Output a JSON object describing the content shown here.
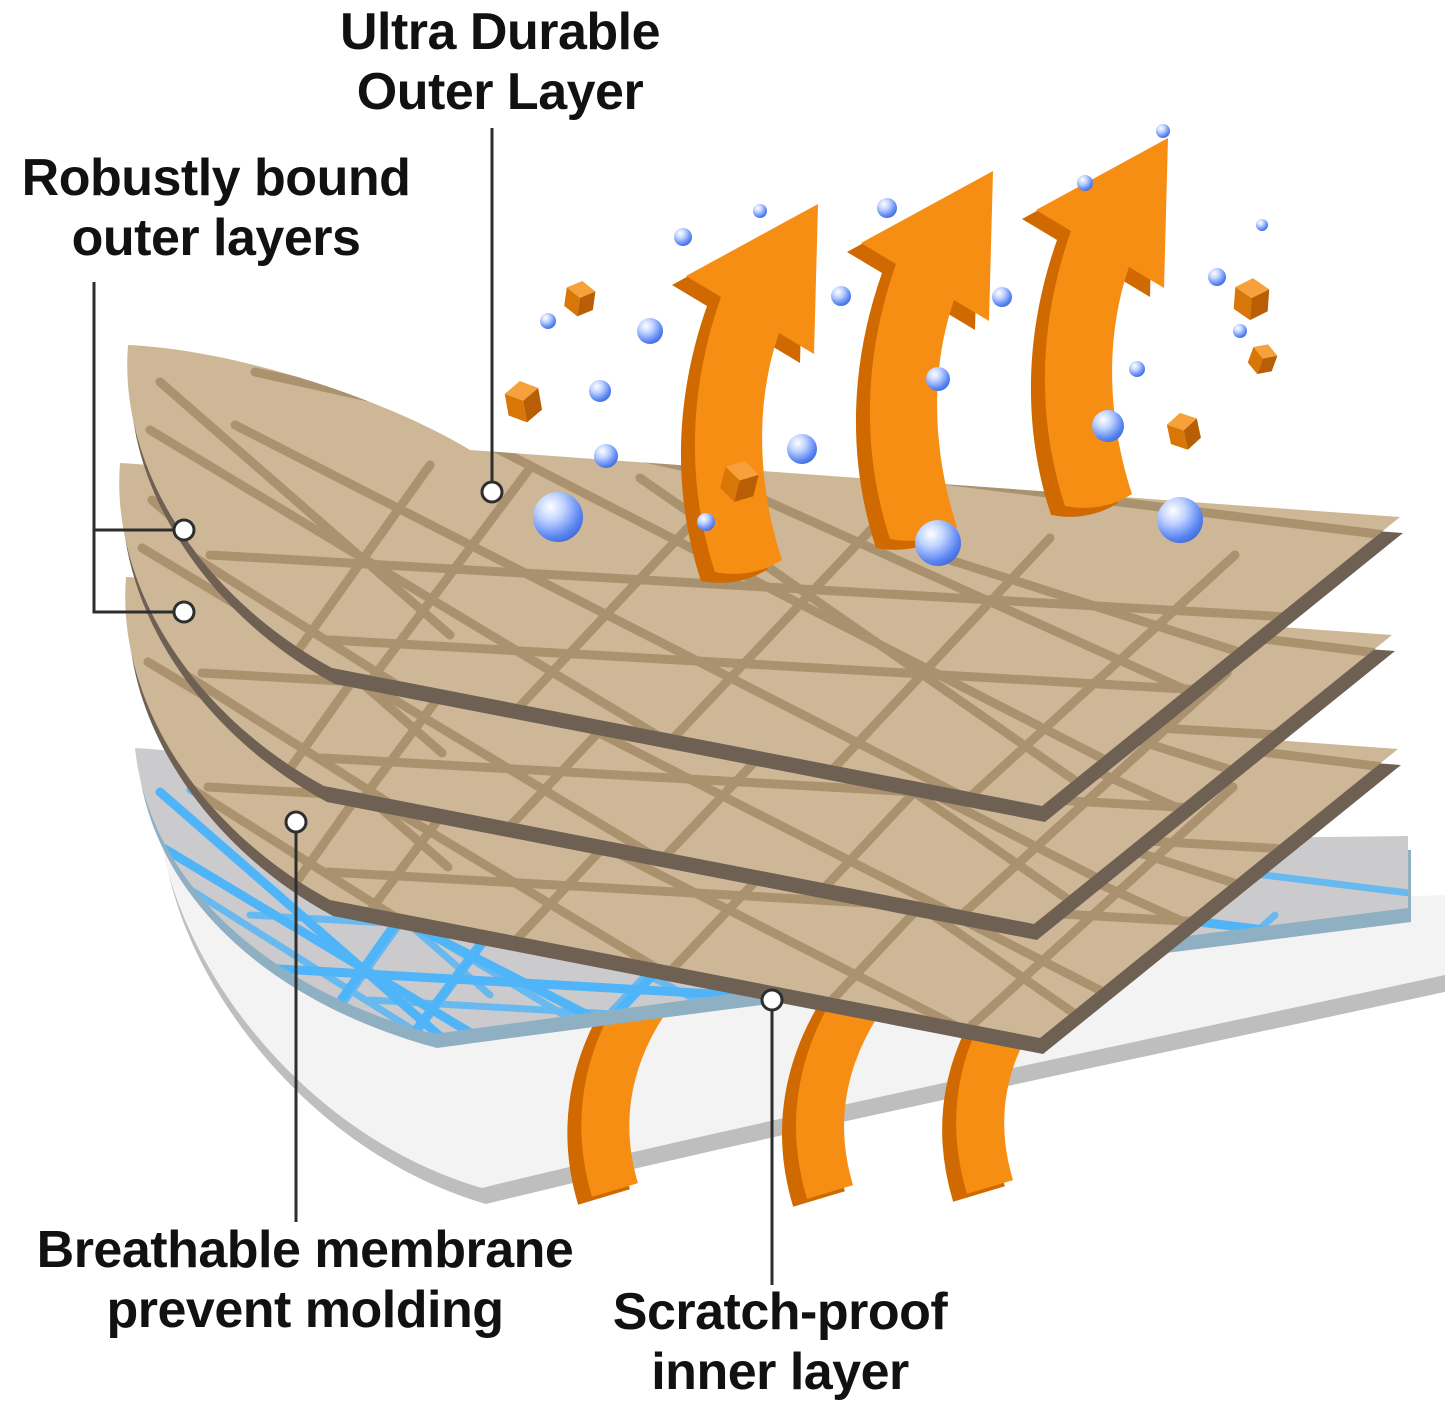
{
  "labels": {
    "ultra_durable": "Ultra Durable\nOuter Layer",
    "robustly_bound": "Robustly bound\nouter layers",
    "breathable_membrane": "Breathable membrane\nprevent molding",
    "scratch_proof": "Scratch-proof\ninner layer"
  },
  "icons": {
    "up_arrow": "vapor-escape-arrow",
    "airflow_ribbon": "airflow-ribbon",
    "water_droplet": "water-droplet",
    "debris_cube": "debris-cube",
    "callout_dot": "callout-marker-dot"
  },
  "colors": {
    "background": "#FFFFFF",
    "text": "#111111",
    "callout_line": "#2E2E2E",
    "arrow_orange": "#F78E14",
    "arrow_orange_dark": "#D06A00",
    "fabric_tan": "#CDB797",
    "fabric_tan_line": "#A8906C",
    "fabric_edge": "#6F6054",
    "membrane_gray": "#CBCBCD",
    "membrane_line_blue": "#4FB5F8",
    "membrane_edge": "#8FAFC2",
    "inner_white": "#F3F3F3",
    "inner_edge": "#BEBEBE",
    "droplet_white": "#FFFFFF",
    "droplet_light": "#BFD2FF",
    "droplet_mid": "#5B86F2",
    "droplet_dark": "#3A63D0",
    "cube_top": "#F6A13B",
    "cube_left": "#D87607",
    "cube_right": "#B85E05"
  }
}
